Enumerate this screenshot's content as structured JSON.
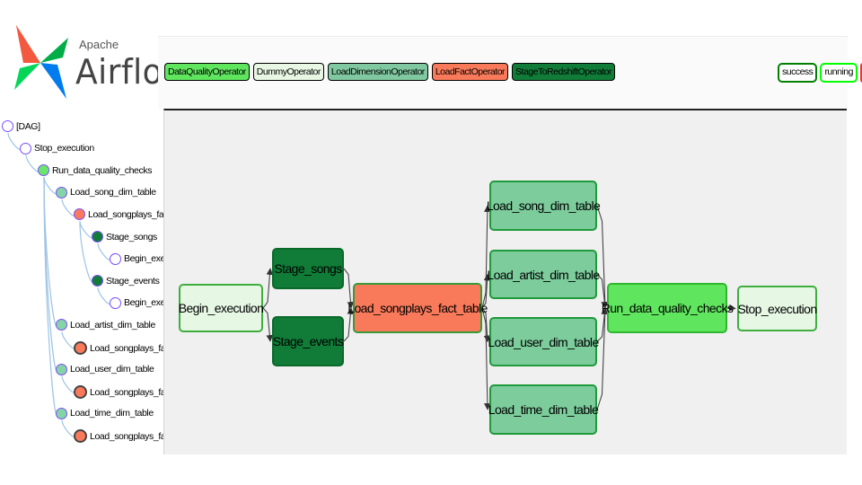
{
  "brand": {
    "line1": "Apache",
    "line2": "Airflow"
  },
  "operator_legend": [
    {
      "label": "DataQualityOperator",
      "color": "#5fe55e"
    },
    {
      "label": "DummyOperator",
      "color": "#e8f7e4"
    },
    {
      "label": "LoadDimensionOperator",
      "color": "#80c8a0"
    },
    {
      "label": "LoadFactOperator",
      "color": "#f97a5a"
    },
    {
      "label": "StageToRedshiftOperator",
      "color": "#107c38"
    }
  ],
  "state_legend": [
    {
      "label": "success",
      "color": "#008000"
    },
    {
      "label": "running",
      "color": "#00ff00"
    }
  ],
  "tree": [
    {
      "label": "[DAG]",
      "fill": "#ffffff",
      "ring": "#7b4dff"
    },
    {
      "label": "Stop_execution",
      "fill": "#ffffff",
      "ring": "#7b4dff"
    },
    {
      "label": "Run_data_quality_checks",
      "fill": "#6ce66a",
      "ring": "#7b4dff"
    },
    {
      "label": "Load_song_dim_table",
      "fill": "#84d4a6",
      "ring": "#7b4dff"
    },
    {
      "label": "Load_songplays_fac",
      "fill": "#f97a5a",
      "ring": "#7b4dff"
    },
    {
      "label": "Stage_songs",
      "fill": "#107c38",
      "ring": "#7b4dff"
    },
    {
      "label": "Begin_exe",
      "fill": "#ffffff",
      "ring": "#7b4dff"
    },
    {
      "label": "Stage_events",
      "fill": "#107c38",
      "ring": "#7b4dff"
    },
    {
      "label": "Begin_exe",
      "fill": "#ffffff",
      "ring": "#7b4dff"
    },
    {
      "label": "Load_artist_dim_table",
      "fill": "#84d4a6",
      "ring": "#7b4dff"
    },
    {
      "label": "Load_songplays_fac",
      "fill": "#f97a5a",
      "ring": "#444444"
    },
    {
      "label": "Load_user_dim_table",
      "fill": "#84d4a6",
      "ring": "#7b4dff"
    },
    {
      "label": "Load_songplays_fac",
      "fill": "#f97a5a",
      "ring": "#444444"
    },
    {
      "label": "Load_time_dim_table",
      "fill": "#84d4a6",
      "ring": "#7b4dff"
    },
    {
      "label": "Load_songplays_fac",
      "fill": "#f97a5a",
      "ring": "#444444"
    }
  ],
  "graph": {
    "nodes": [
      {
        "id": "begin",
        "label": "Begin_execution",
        "fill": "#e6f7e4",
        "border": "#3fae3f"
      },
      {
        "id": "stage_songs",
        "label": "Stage_songs",
        "fill": "#107c38",
        "border": "#0a6a2a"
      },
      {
        "id": "stage_events",
        "label": "Stage_events",
        "fill": "#107c38",
        "border": "#0a6a2a"
      },
      {
        "id": "fact",
        "label": "Load_songplays_fact_table",
        "fill": "#f97a5a",
        "border": "#3a9a3a"
      },
      {
        "id": "song",
        "label": "Load_song_dim_table",
        "fill": "#7ccc9c",
        "border": "#1f9a3a"
      },
      {
        "id": "artist",
        "label": "Load_artist_dim_table",
        "fill": "#7ccc9c",
        "border": "#1f9a3a"
      },
      {
        "id": "user",
        "label": "Load_user_dim_table",
        "fill": "#7ccc9c",
        "border": "#1f9a3a"
      },
      {
        "id": "time",
        "label": "Load_time_dim_table",
        "fill": "#7ccc9c",
        "border": "#1f9a3a"
      },
      {
        "id": "quality",
        "label": "Run_data_quality_checks",
        "fill": "#5fe55e",
        "border": "#2fb72f"
      },
      {
        "id": "stop",
        "label": "Stop_execution",
        "fill": "#e6f7e4",
        "border": "#3fae3f"
      }
    ],
    "edges": [
      [
        "begin",
        "stage_songs"
      ],
      [
        "begin",
        "stage_events"
      ],
      [
        "stage_songs",
        "fact"
      ],
      [
        "stage_events",
        "fact"
      ],
      [
        "fact",
        "song"
      ],
      [
        "fact",
        "artist"
      ],
      [
        "fact",
        "user"
      ],
      [
        "fact",
        "time"
      ],
      [
        "song",
        "quality"
      ],
      [
        "artist",
        "quality"
      ],
      [
        "user",
        "quality"
      ],
      [
        "time",
        "quality"
      ],
      [
        "quality",
        "stop"
      ]
    ]
  }
}
